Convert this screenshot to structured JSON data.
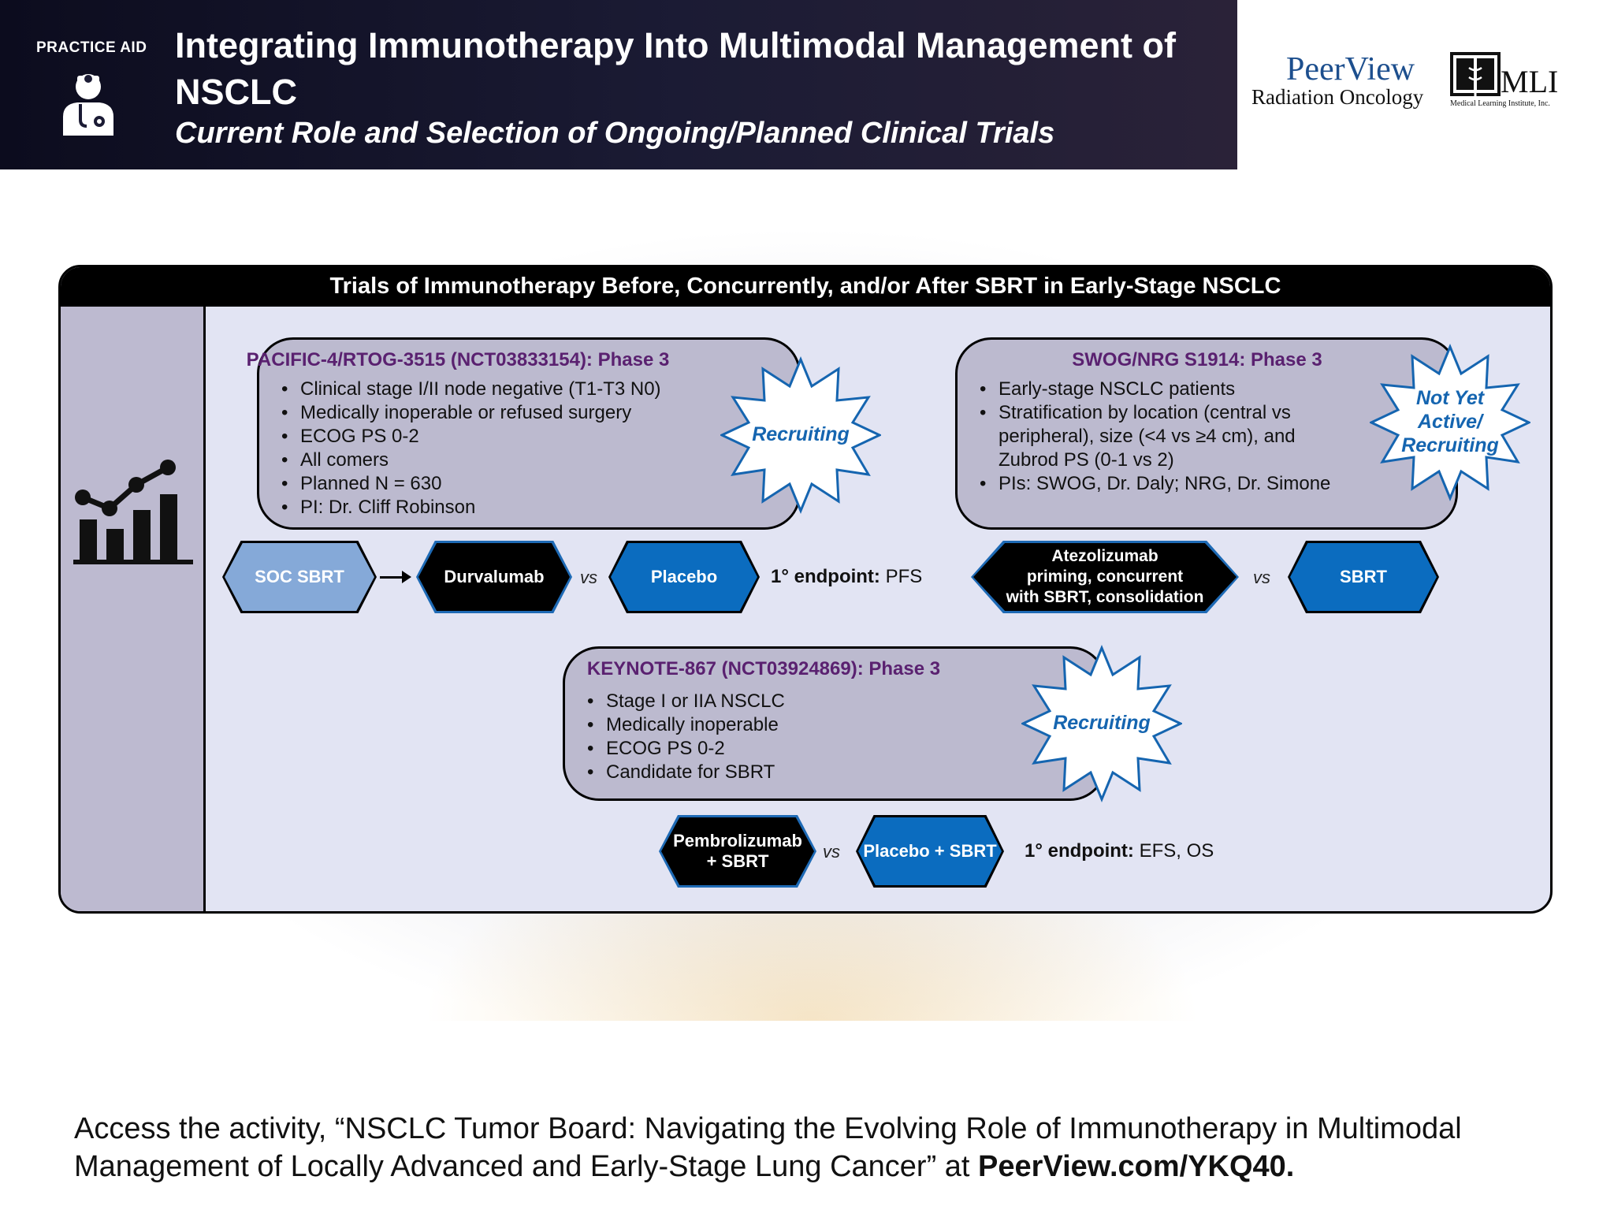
{
  "header": {
    "practice_label": "PRACTICE AID",
    "title": "Integrating Immunotherapy Into Multimodal Management of NSCLC",
    "subtitle": "Current Role and Selection of Ongoing/Planned Clinical Trials"
  },
  "logos": {
    "peerview_name": "PeerView",
    "peerview_sub": "Radiation Oncology",
    "mli_name": "MLI",
    "mli_sub": "Medical Learning Institute, Inc."
  },
  "panel": {
    "title": "Trials of Immunotherapy Before, Concurrently, and/or After SBRT in Early-Stage NSCLC"
  },
  "trials": {
    "pacific": {
      "title": "PACIFIC-4/RTOG-3515 (NCT03833154): Phase 3",
      "bullets": [
        "Clinical stage I/II node negative (T1-T3 N0)",
        "Medically inoperable or refused surgery",
        "ECOG PS 0-2",
        "All comers",
        "Planned N = 630",
        "PI: Dr. Cliff Robinson"
      ],
      "status": "Recruiting",
      "arms": {
        "lead_in": "SOC SBRT",
        "experimental": "Durvalumab",
        "vs": "vs",
        "control": "Placebo"
      },
      "endpoint_label": "1° endpoint:",
      "endpoint_value": " PFS"
    },
    "swog": {
      "title": "SWOG/NRG S1914: Phase 3",
      "bullets": [
        "Early-stage NSCLC patients",
        "Stratification by location (central vs peripheral), size (<4 vs ≥4 cm), and Zubrod PS (0-1 vs 2)",
        "PIs: SWOG, Dr. Daly; NRG, Dr. Simone"
      ],
      "status_lines": [
        "Not Yet",
        "Active/",
        "Recruiting"
      ],
      "arms": {
        "experimental_lines": [
          "Atezolizumab",
          "priming, concurrent",
          "with SBRT, consolidation"
        ],
        "vs": "vs",
        "control": "SBRT"
      }
    },
    "keynote": {
      "title": "KEYNOTE-867 (NCT03924869): Phase 3",
      "bullets": [
        "Stage I or IIA NSCLC",
        "Medically inoperable",
        "ECOG PS 0-2",
        "Candidate for SBRT"
      ],
      "status": "Recruiting",
      "arms": {
        "experimental_lines": [
          "Pembrolizumab",
          "+ SBRT"
        ],
        "vs": "vs",
        "control": "Placebo + SBRT"
      },
      "endpoint_label": "1° endpoint:",
      "endpoint_value": " EFS, OS"
    }
  },
  "footer": {
    "text": "Access the activity, “NSCLC Tumor Board: Navigating the Evolving Role of Immunotherapy in Multimodal Management of Locally Advanced and Early-Stage Lung Cancer” at ",
    "link": "PeerView.com/YKQ40."
  },
  "colors": {
    "header_bg": "#12122a",
    "panel_bg": "#e2e4f3",
    "card_bg": "#bcbacf",
    "trial_title": "#5a2170",
    "status_blue": "#1565b0",
    "hex_blue": "#0b6cbf",
    "hex_light": "#7fa7d8",
    "hex_black": "#000000"
  },
  "icons": [
    "doctor-icon",
    "chart-trend-icon",
    "peerview-logo",
    "mli-book-icon"
  ]
}
